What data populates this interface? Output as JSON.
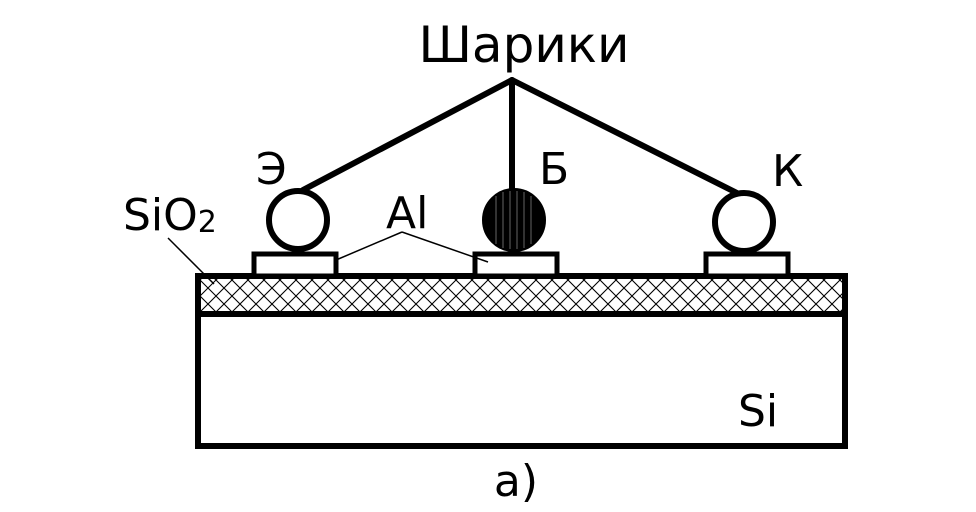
{
  "diagram": {
    "title": "Шарики",
    "caption": "а)",
    "labels": {
      "emitter": "Э",
      "base": "Б",
      "collector": "К",
      "oxide_main": "SiO",
      "oxide_sub": "2",
      "metal": "Al",
      "substrate": "Si"
    },
    "colors": {
      "ink": "#000000",
      "background": "#ffffff"
    }
  }
}
